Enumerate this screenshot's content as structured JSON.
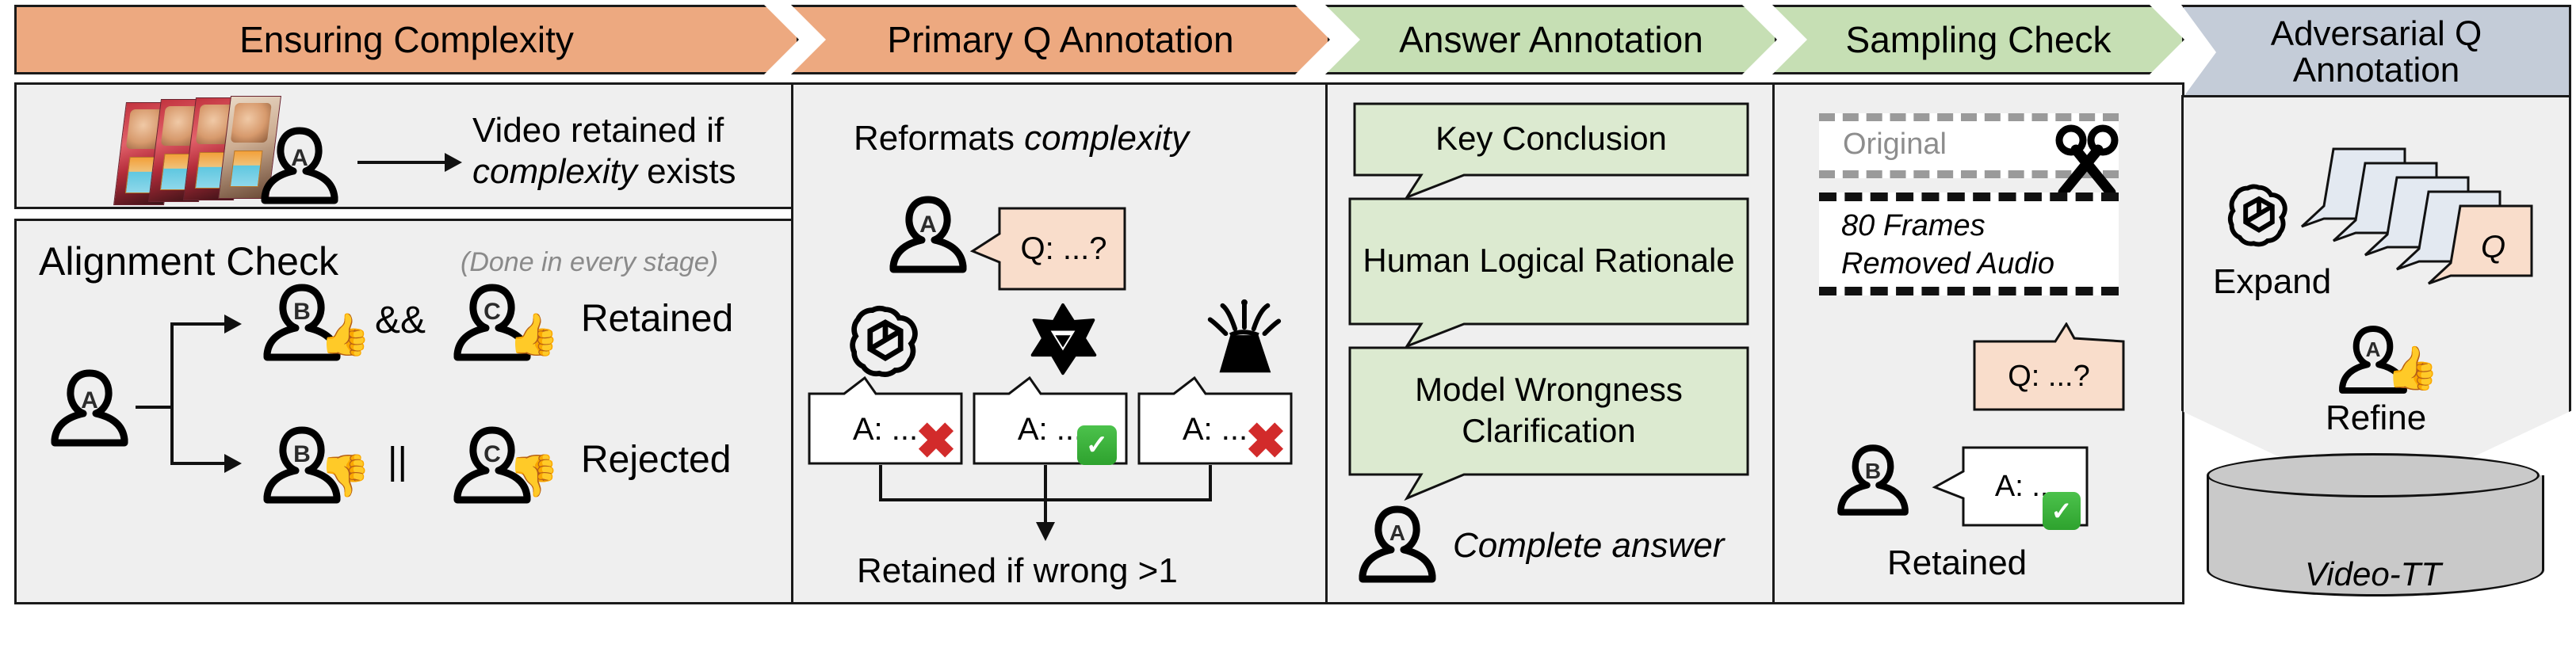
{
  "stages": [
    {
      "id": "ensuring-complexity",
      "label": "Ensuring Complexity",
      "color": "#eda980"
    },
    {
      "id": "primary-q-annotation",
      "label": "Primary Q Annotation",
      "color": "#eda980"
    },
    {
      "id": "answer-annotation",
      "label": "Answer Annotation",
      "color": "#c6dfb4"
    },
    {
      "id": "sampling-check",
      "label": "Sampling Check",
      "color": "#c6dfb4"
    },
    {
      "id": "adversarial-q-annotation",
      "label": "Adversarial Q\nAnnotation",
      "line1": "Adversarial Q",
      "line2": "Annotation",
      "color": "#c4ccd8"
    }
  ],
  "stage1": {
    "retain_line1": "Video retained if",
    "retain_italic": "complexity",
    "retain_line2_tail": " exists",
    "annotator_label": "A",
    "alignment": {
      "title": "Alignment Check",
      "note": "(Done in every stage)",
      "source_label": "A",
      "row_top": {
        "first_label": "B",
        "operator": "&&",
        "second_label": "C",
        "result": "Retained",
        "verdict": "thumbs-up"
      },
      "row_bottom": {
        "first_label": "B",
        "operator": "||",
        "second_label": "C",
        "result": "Rejected",
        "verdict": "thumbs-down"
      }
    }
  },
  "stage2": {
    "heading_plain": "Reformats ",
    "heading_italic": "complexity",
    "annotator_label": "A",
    "question_bubble": "Q: ...?",
    "models": [
      {
        "name": "openai-logo",
        "answer": "A: ...",
        "verdict": "wrong"
      },
      {
        "name": "gemini-logo",
        "answer": "A: ...",
        "verdict": "correct"
      },
      {
        "name": "volcano-logo",
        "answer": "A: ...",
        "verdict": "wrong"
      }
    ],
    "footer": "Retained if wrong >1"
  },
  "stage3": {
    "items": [
      "Key Conclusion",
      "Human Logical Rationale",
      "Model Wrongness Clarification"
    ],
    "annotator_label": "A",
    "result": "Complete answer"
  },
  "stage4": {
    "original_label": "Original",
    "edit_line1": "80 Frames",
    "edit_line2": "Removed Audio",
    "question_bubble": "Q: ...?",
    "reviewer_label": "B",
    "answer_bubble": "A: ...",
    "verdict": "correct",
    "result": "Retained"
  },
  "stage5": {
    "expand_label": "Expand",
    "question_card": "Q",
    "annotator_label": "A",
    "refine_label": "Refine",
    "dataset_label": "Video-TT"
  },
  "colors": {
    "orange": "#eda980",
    "green": "#c6dfb4",
    "blue_grey": "#c4ccd8",
    "panel_bg": "#efefef",
    "peach_bubble": "#f9ddcb",
    "green_bubble": "#dcead0",
    "blue_bubble": "#e3e9f1",
    "check_green": "#2ea22e",
    "x_red": "#d22b2b",
    "cylinder": "#c9c9c9"
  }
}
